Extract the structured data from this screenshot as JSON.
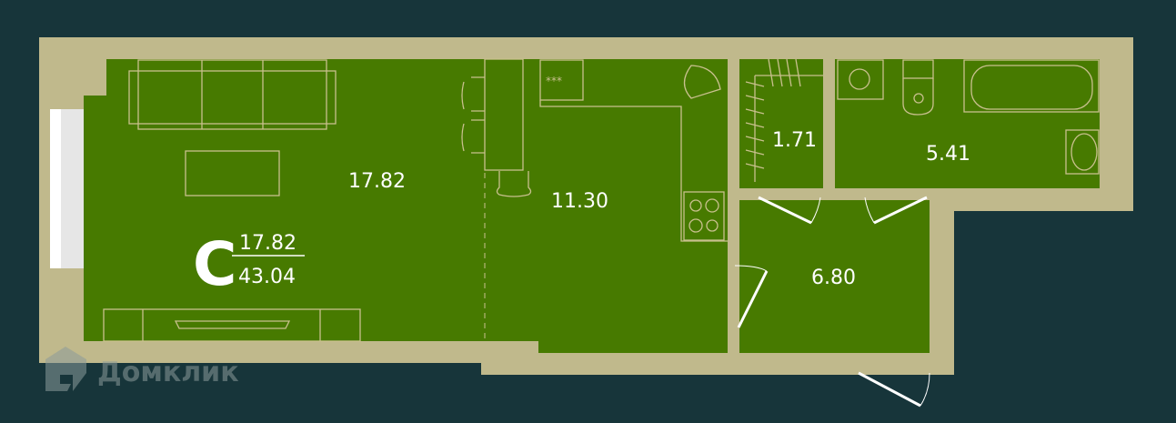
{
  "plan": {
    "apartment_type": "C",
    "living_area": "17.82",
    "total_area": "43.04",
    "rooms": [
      {
        "name": "living-room",
        "area": "17.82"
      },
      {
        "name": "kitchen",
        "area": "11.30"
      },
      {
        "name": "wardrobe",
        "area": "1.71"
      },
      {
        "name": "bathroom",
        "area": "5.41"
      },
      {
        "name": "hallway",
        "area": "6.80"
      }
    ]
  },
  "watermark": "Домклик",
  "colors": {
    "background": "#17353a",
    "wall": "#c0b98c",
    "room": "#477a00",
    "furniture": "#c9c08e"
  }
}
